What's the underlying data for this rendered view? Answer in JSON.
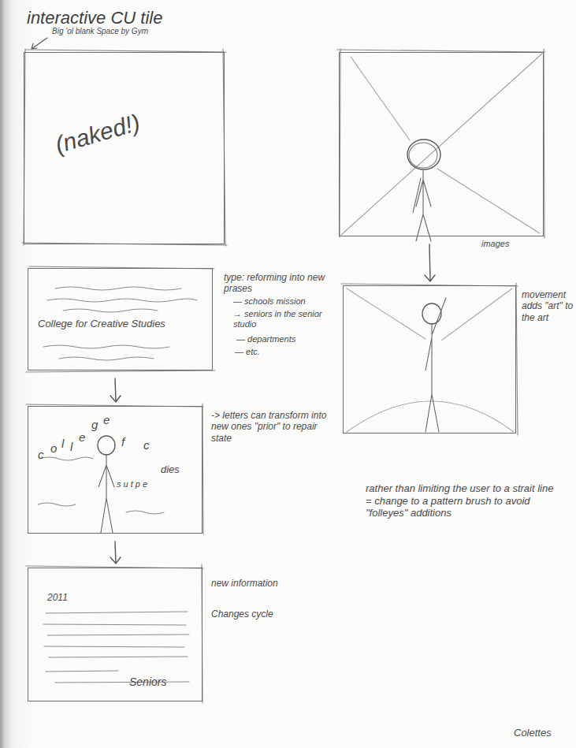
{
  "diagram": {
    "title": "interactive CU tile",
    "nodes": [
      {
        "text": [
          "(naked!)"
        ]
      },
      {
        "text": [
          "images"
        ]
      },
      {
        "text": [
          "College for Creative Studies"
        ]
      },
      {
        "text": [
          "movement adds \"art\" to the art"
        ]
      },
      {
        "text": [
          "c",
          "o",
          "l",
          "l",
          "e",
          "g",
          "e",
          "f",
          "c",
          "dies",
          "s u t p e"
        ]
      },
      {
        "text": [
          "2011",
          "Seniors"
        ]
      }
    ],
    "edges": [
      {
        "from": 1,
        "to": 3,
        "arrow": "to"
      },
      {
        "from": 2,
        "to": 4,
        "arrow": "to"
      },
      {
        "from": 4,
        "to": 5,
        "arrow": "to"
      }
    ],
    "labels": [
      "Big 'ol blank Space by Gym",
      "type: reforming into new prases",
      "— schools mission",
      "→ seniors in the senior studio",
      "— departments",
      "— etc.",
      "-> letters can transform into new ones \"prior\" to repair state",
      "rather than limiting the user to a strait line = change to a pattern brush to avoid \"folleyes\" additions",
      "new information",
      "Changes cycle",
      "Colettes"
    ]
  }
}
